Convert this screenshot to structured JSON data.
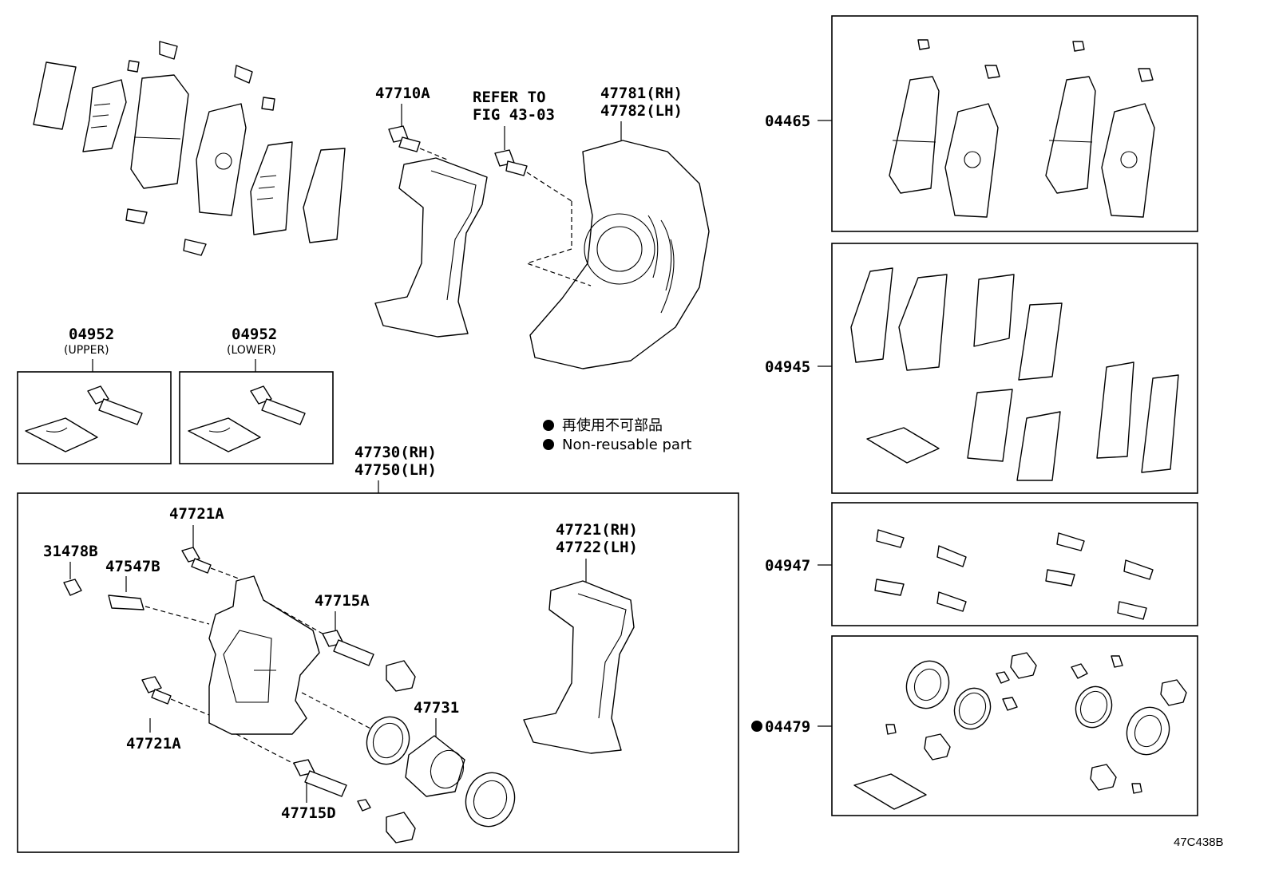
{
  "labels": {
    "p47710a": "47710A",
    "refer_line1": "REFER TO",
    "refer_line2": "FIG 43-03",
    "p47781": "47781(RH)",
    "p47782": "47782(LH)",
    "p04952_upper": "04952",
    "upper": "(UPPER)",
    "p04952_lower": "04952",
    "lower": "(LOWER)",
    "p47730": "47730(RH)",
    "p47750": "47750(LH)",
    "p47721a_top": "47721A",
    "p31478b": "31478B",
    "p47547b": "47547B",
    "p47715a": "47715A",
    "p47721": "47721(RH)",
    "p47722": "47722(LH)",
    "p47731": "47731",
    "p47721a_bottom": "47721A",
    "p47715d": "47715D",
    "p04465": "04465",
    "p04945": "04945",
    "p04947": "04947",
    "p04479": "04479"
  },
  "legend": {
    "jp": "再使用不可部品",
    "en": "Non-reusable part"
  },
  "figure_id": "47C438B"
}
